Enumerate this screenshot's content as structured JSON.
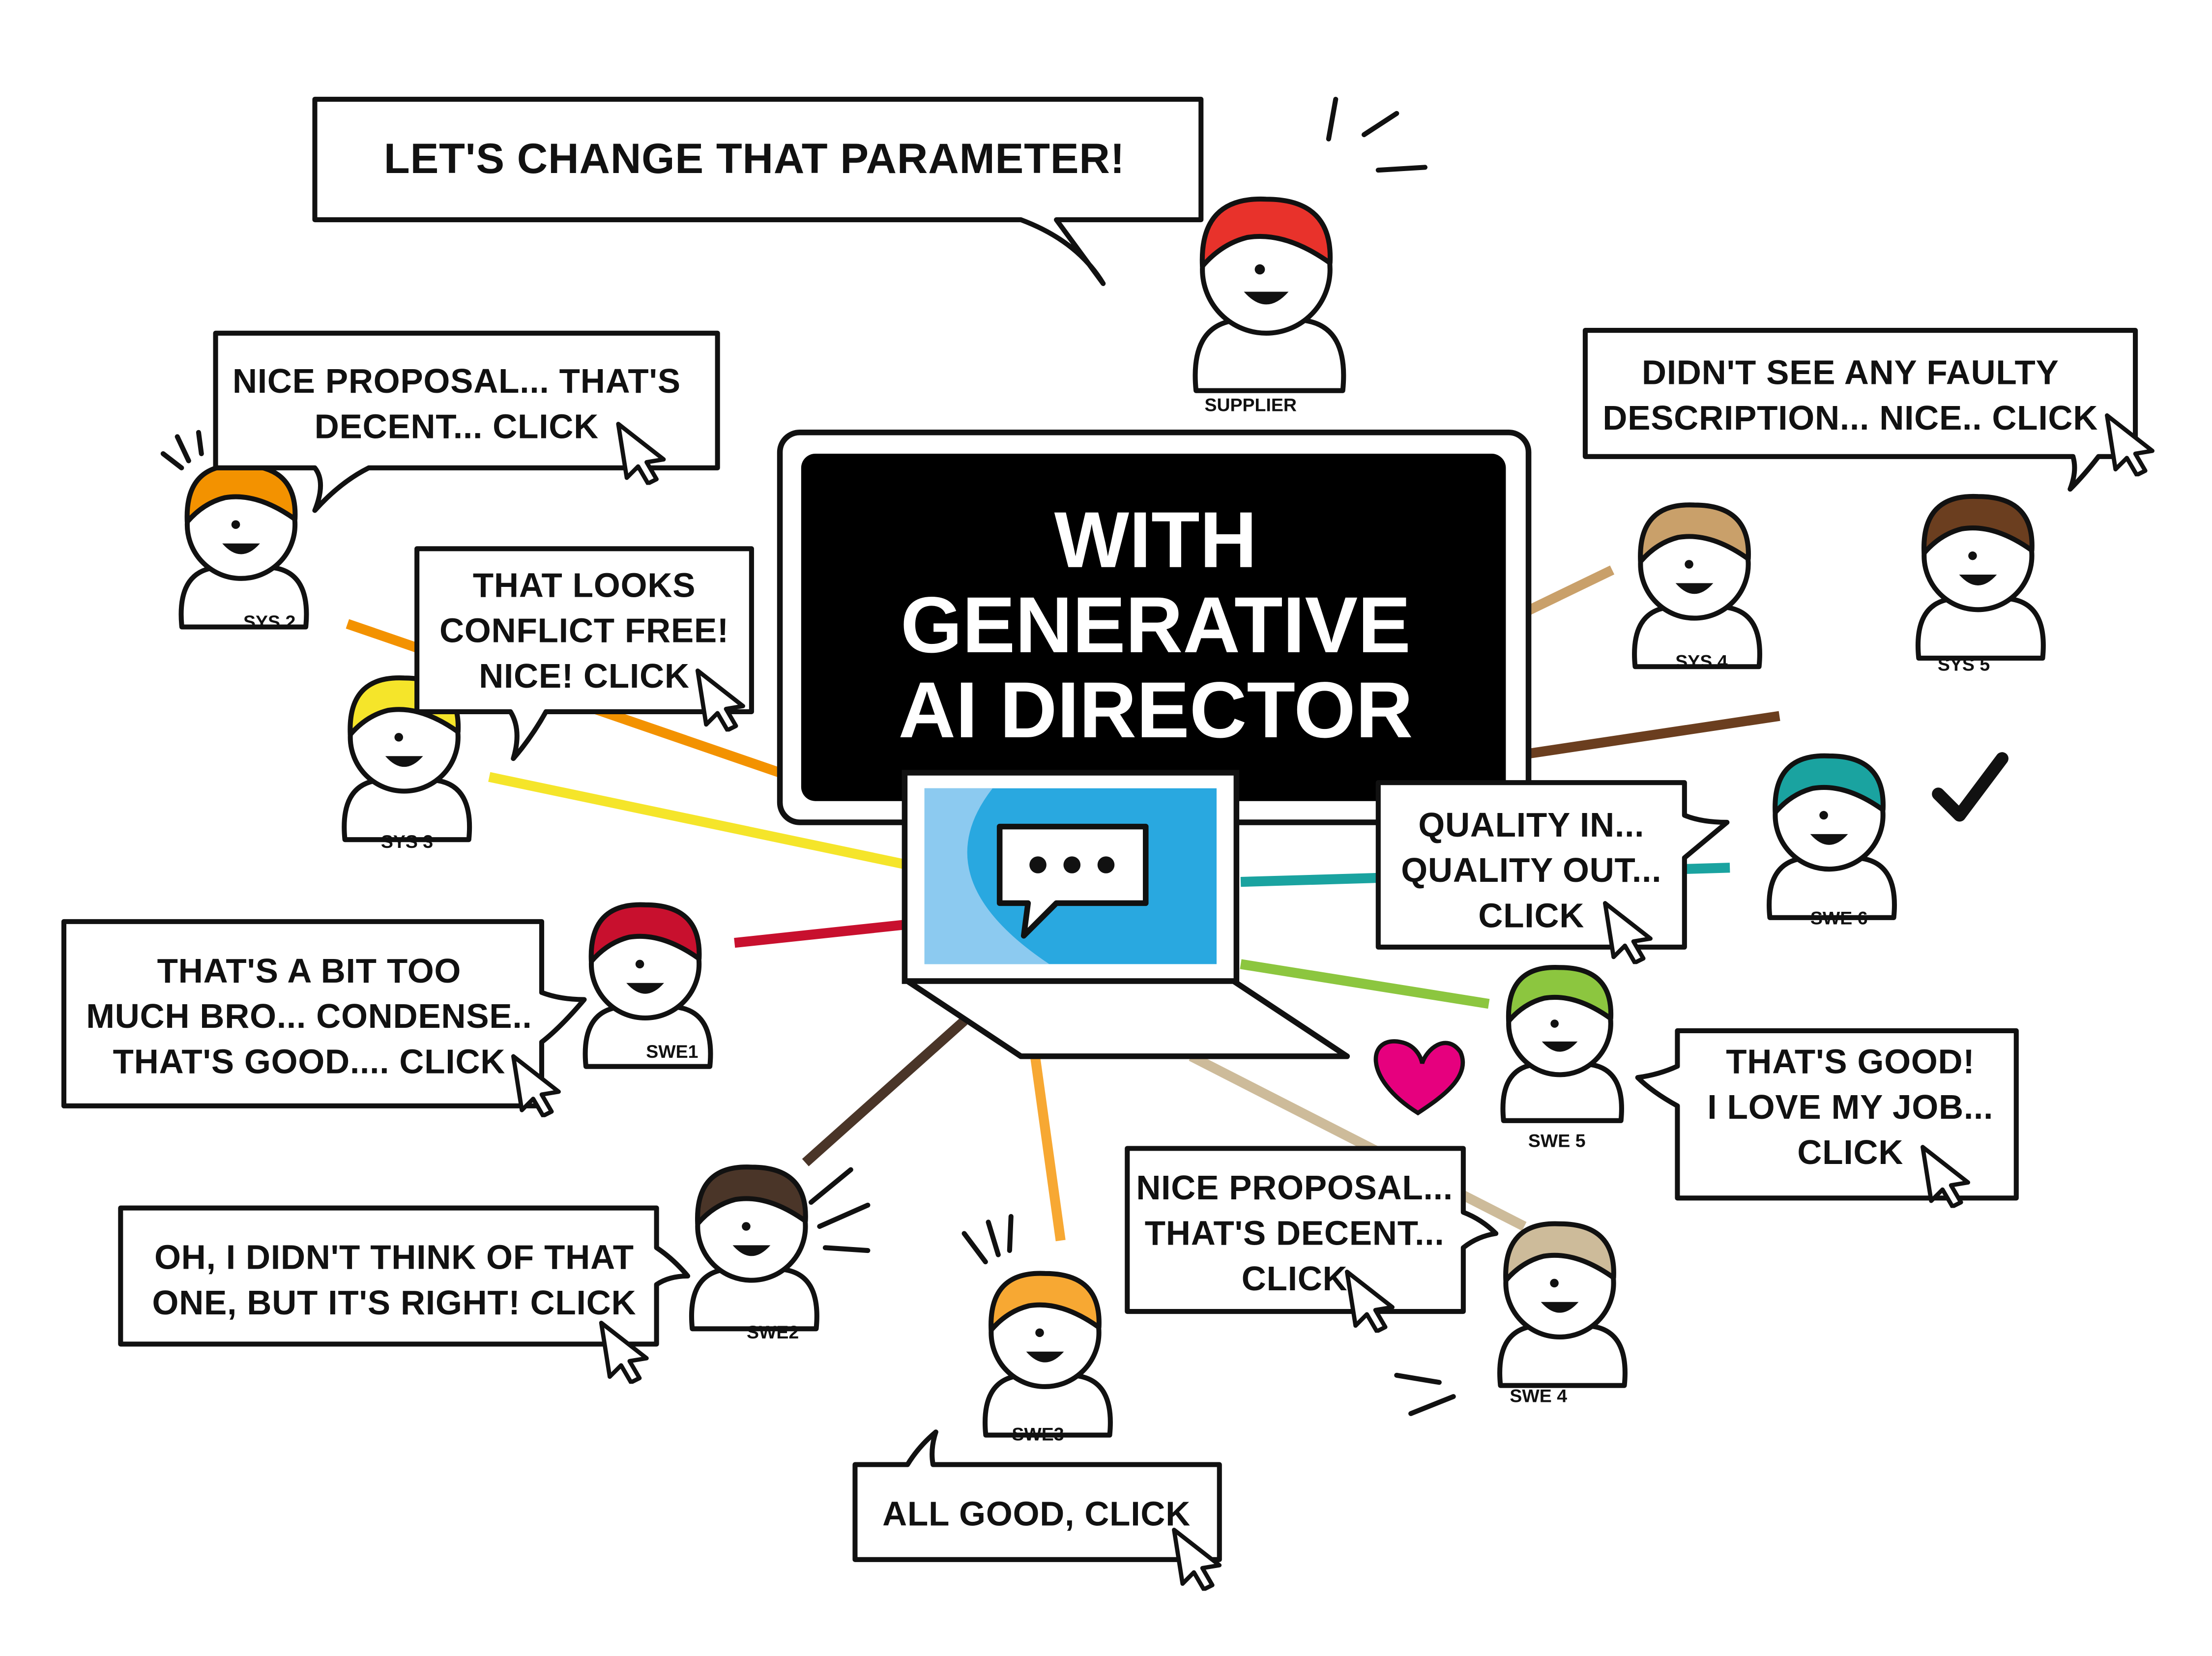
{
  "monitor": {
    "title_lines": [
      "WITH",
      "GENERATIVE",
      "AI DIRECTOR"
    ]
  },
  "bubbles": {
    "supplier": [
      "LET'S CHANGE THAT PARAMETER!"
    ],
    "sys2": [
      "NICE PROPOSAL... THAT'S",
      "DECENT... CLICK"
    ],
    "sys3": [
      "THAT LOOKS",
      "CONFLICT FREE!",
      "NICE! CLICK"
    ],
    "sys45": [
      "DIDN'T SEE ANY FAULTY",
      "DESCRIPTION... NICE.. CLICK"
    ],
    "swe6": [
      "QUALITY IN...",
      "QUALITY OUT...",
      "CLICK"
    ],
    "swe1": [
      "THAT'S A BIT TOO",
      "MUCH BRO... CONDENSE..",
      "THAT'S GOOD.... CLICK"
    ],
    "swe5": [
      "THAT'S GOOD!",
      "I LOVE MY JOB...",
      "CLICK"
    ],
    "swe4": [
      "NICE PROPOSAL...",
      "THAT'S DECENT...",
      "CLICK"
    ],
    "swe2": [
      "OH, I DIDN'T THINK OF THAT",
      "ONE, BUT IT'S RIGHT! CLICK"
    ],
    "swe3": [
      "ALL GOOD, CLICK"
    ]
  },
  "shirts": {
    "supplier": "SUPPLIER",
    "sys2": "SYS 2",
    "sys3": "SYS 3",
    "sys4": "SYS 4",
    "sys5": "SYS 5",
    "swe6": "SWE 6",
    "swe1": "SWE1",
    "swe5": "SWE 5",
    "swe4": "SWE 4",
    "swe2": "SWE2",
    "swe3": "SWE3"
  },
  "colors": {
    "supplier": "#e8322b",
    "sys2": "#f39200",
    "sys3": "#f5e52a",
    "sys4": "#c9a06a",
    "sys5": "#6b3e1f",
    "swe6": "#1aa3a0",
    "swe1": "#c8102e",
    "swe5": "#8cc63f",
    "swe4": "#cdbb9a",
    "swe2": "#4a3528",
    "swe3": "#f7a833",
    "screen": "#29a8e0",
    "heart": "#e6007e"
  }
}
